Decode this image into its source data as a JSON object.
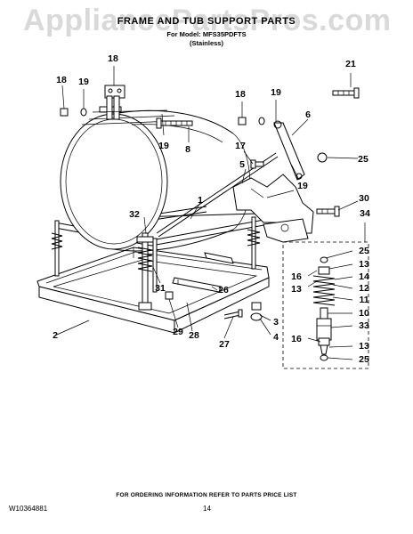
{
  "watermark": "AppliancePartsPros.com",
  "header": {
    "title": "FRAME AND TUB SUPPORT PARTS",
    "model_line": "For Model: MFS35PDFTS",
    "finish_line": "(Stainless)"
  },
  "callouts": [
    {
      "id": "c18a",
      "label": "18"
    },
    {
      "id": "c18b",
      "label": "18"
    },
    {
      "id": "c19a",
      "label": "19"
    },
    {
      "id": "c19b",
      "label": "19"
    },
    {
      "id": "c8",
      "label": "8"
    },
    {
      "id": "c18c",
      "label": "18"
    },
    {
      "id": "c19c",
      "label": "19"
    },
    {
      "id": "c6",
      "label": "6"
    },
    {
      "id": "c21",
      "label": "21"
    },
    {
      "id": "c17",
      "label": "17"
    },
    {
      "id": "c5",
      "label": "5"
    },
    {
      "id": "c19d",
      "label": "19"
    },
    {
      "id": "c25a",
      "label": "25"
    },
    {
      "id": "c1",
      "label": "1"
    },
    {
      "id": "c30",
      "label": "30"
    },
    {
      "id": "c34",
      "label": "34"
    },
    {
      "id": "c32",
      "label": "32"
    },
    {
      "id": "c25b",
      "label": "25"
    },
    {
      "id": "c13a",
      "label": "13"
    },
    {
      "id": "c16a",
      "label": "16"
    },
    {
      "id": "c14",
      "label": "14"
    },
    {
      "id": "c13b",
      "label": "13"
    },
    {
      "id": "c12",
      "label": "12"
    },
    {
      "id": "c31",
      "label": "31"
    },
    {
      "id": "c26",
      "label": "26"
    },
    {
      "id": "c11",
      "label": "11"
    },
    {
      "id": "c10",
      "label": "10"
    },
    {
      "id": "c3",
      "label": "3"
    },
    {
      "id": "c33",
      "label": "33"
    },
    {
      "id": "c2",
      "label": "2"
    },
    {
      "id": "c29",
      "label": "29"
    },
    {
      "id": "c28",
      "label": "28"
    },
    {
      "id": "c4",
      "label": "4"
    },
    {
      "id": "c27",
      "label": "27"
    },
    {
      "id": "c16b",
      "label": "16"
    },
    {
      "id": "c13c",
      "label": "13"
    },
    {
      "id": "c25c",
      "label": "25"
    }
  ],
  "footer": {
    "ordering_note": "FOR ORDERING INFORMATION REFER TO PARTS PRICE LIST",
    "doc_number": "W10364881",
    "page_number": "14"
  }
}
